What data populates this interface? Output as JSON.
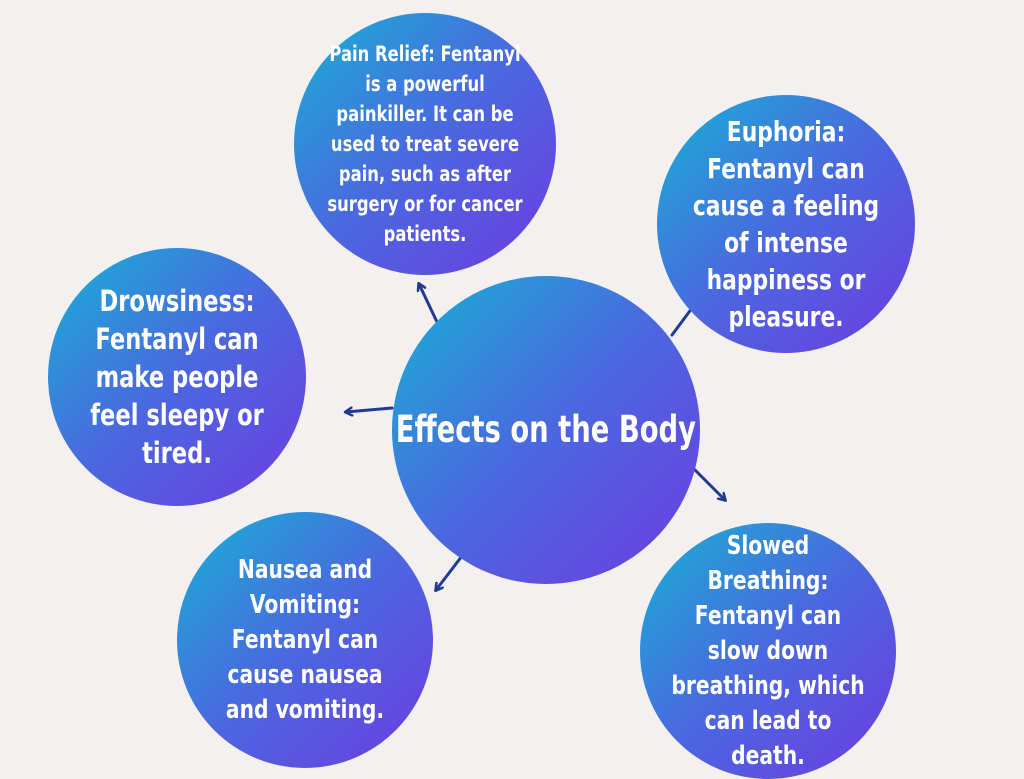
{
  "center": {
    "label": "Effects on the Body"
  },
  "nodes": {
    "pain_relief": "Pain Relief: Fentanyl is a powerful painkiller. It can be used to treat severe pain, such as after surgery or for cancer patients.",
    "euphoria": "Euphoria: Fentanyl can cause a feeling of intense happiness or pleasure.",
    "drowsiness": "Drowsiness: Fentanyl can make people feel sleepy or tired.",
    "nausea": "Nausea and Vomiting: Fentanyl can cause nausea and vomiting.",
    "slowed_breathing": "Slowed Breathing: Fentanyl can slow down breathing, which can lead to death."
  },
  "colors": {
    "background": "#f4f0f0",
    "gradient_start": "#17b2d4",
    "gradient_end": "#6d3be2",
    "arrow": "#1f3a93",
    "text": "#ffffff"
  }
}
